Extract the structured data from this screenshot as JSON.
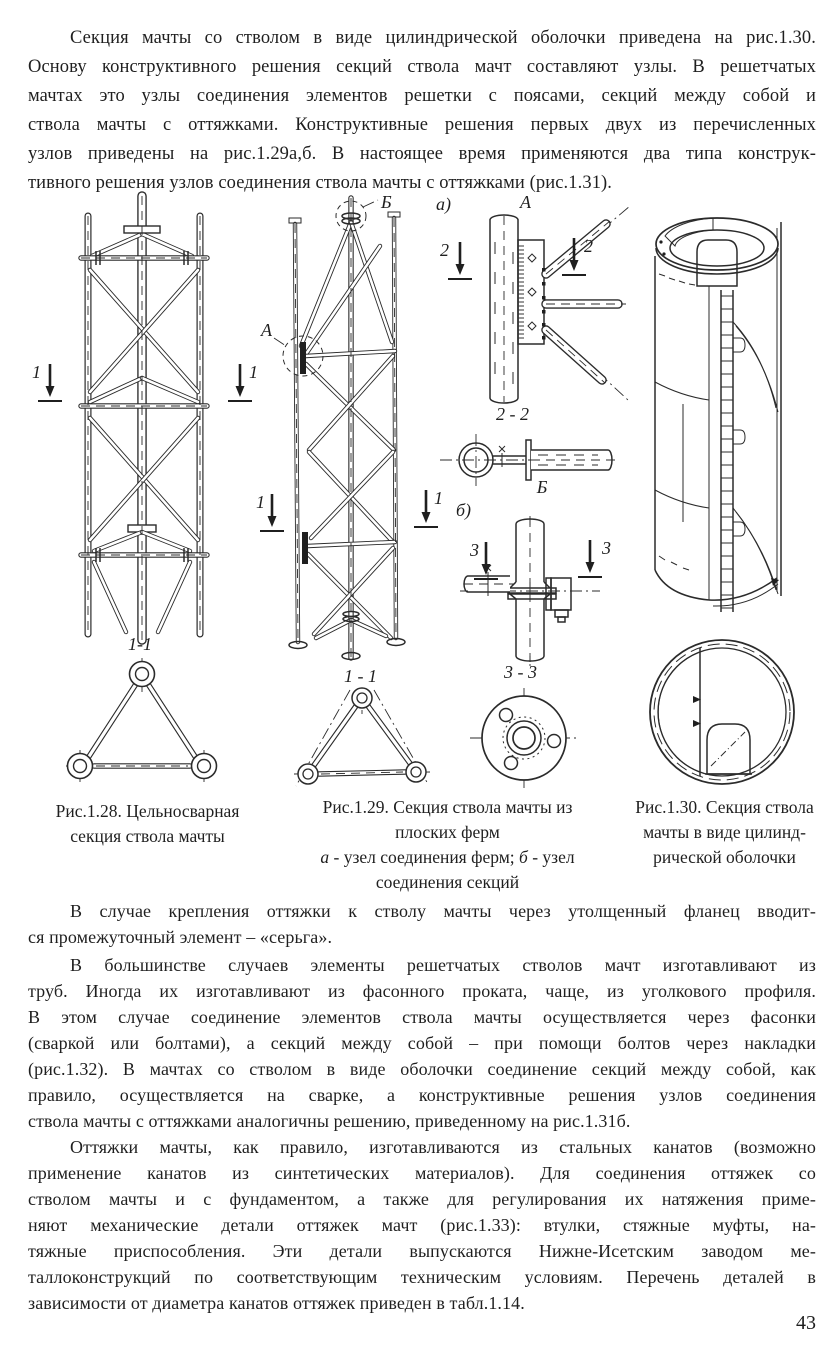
{
  "page": {
    "number": "43"
  },
  "colors": {
    "ink": "#1f1f1f",
    "paper": "#ffffff",
    "line": "#2b2b2b"
  },
  "text": {
    "p1": [
      "Секция мачты со стволом в виде цилиндрической оболочки приведена на рис.1.30.",
      "Основу конструктивного решения секций ствола мачт составляют узлы. В решетчатых",
      "мачтах это узлы соединения элементов решетки с поясами, секций между собой и",
      "ствола мачты с оттяжками. Конструктивные решения первых двух из перечисленных",
      "узлов приведены на рис.1.29а,б. В настоящее время применяются два типа конструк-",
      "тивного решения узлов соединения ствола мачты с оттяжками (рис.1.31)."
    ],
    "p2": [
      "В случае крепления оттяжки к стволу мачты через утолщенный фланец вводит-",
      "ся промежуточный элемент – «серьга»."
    ],
    "p3": [
      "В большинстве случаев элементы решетчатых стволов мачт изготавливают из",
      "труб. Иногда их изготавливают из фасонного проката, чаще, из уголкового профиля.",
      "В этом случае соединение элементов ствола мачты осуществляется через фасонки",
      "(сваркой или болтами), а секций между собой – при помощи болтов через накладки",
      "(рис.1.32). В мачтах со стволом в виде оболочки соединение секций между собой, как",
      "правило, осуществляется на сварке, а конструктивные решения узлов соединения",
      "ствола мачты с оттяжками аналогичны решению, приведенному на рис.1.31б."
    ],
    "p4": [
      "Оттяжки мачты, как правило, изготавливаются из стальных канатов (возможно",
      "применение канатов из синтетических материалов). Для соединения оттяжек со",
      "стволом мачты и с фундаментом, а также для регулирования их натяжения приме-",
      "няют механические детали оттяжек мачт (рис.1.33): втулки, стяжные муфты, на-",
      "тяжные приспособления. Эти детали выпускаются Нижне-Исетским заводом ме-",
      "таллоконструкций по соответствующим техническим условиям. Перечень деталей в",
      "зависимости от диаметра канатов оттяжек приведен в табл.1.14."
    ]
  },
  "captions": {
    "fig128": "Рис.1.28. Цельносварная\nсекция ствола мачты",
    "fig129_title": "Рис.1.29. Секция ствола мачты из\nплоских ферм",
    "fig129_sub_a_label": "а",
    "fig129_sub_a_text": " - узел соединения ферм; ",
    "fig129_sub_b_label": "б",
    "fig129_sub_b_text": " - узел",
    "fig129_sub_line2": "соединения секций",
    "fig130": "Рис.1.30. Секция ствола\nмачты в виде цилинд-\nрической оболочки"
  },
  "labels": {
    "marker_1": "1",
    "marker_2": "2",
    "marker_3": "3",
    "node_a": "А",
    "node_b": "Б",
    "node_b_small": "Б",
    "view_a": "а)",
    "view_b": "б)",
    "sec_1_1_left": "1-1",
    "sec_1_1_mid": "1 - 1",
    "sec_2_2": "2 - 2",
    "sec_3_3": "3 - 3"
  }
}
